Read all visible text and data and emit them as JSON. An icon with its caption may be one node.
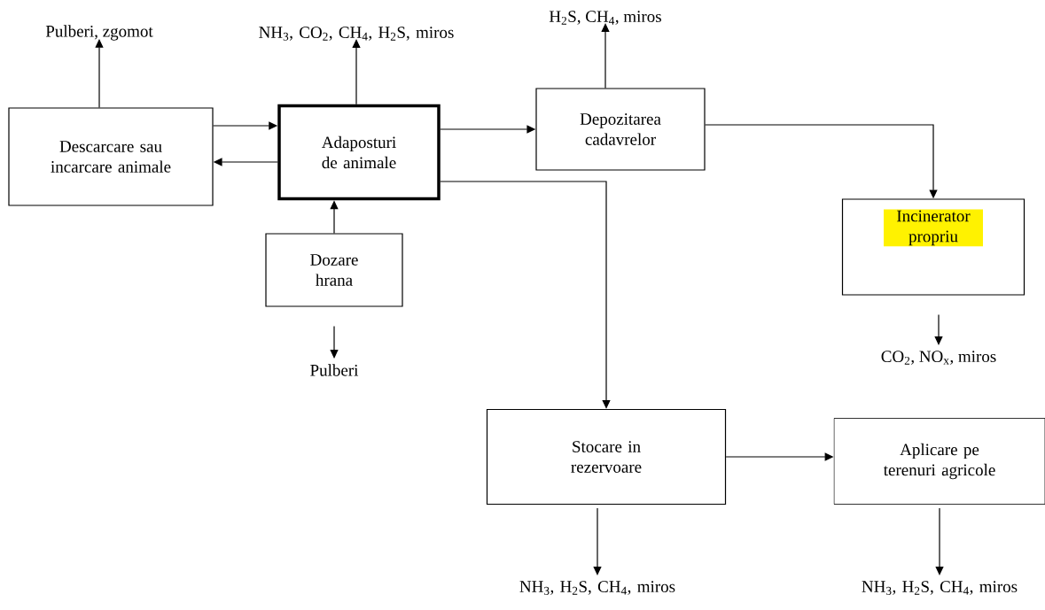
{
  "diagram": {
    "nodes": [
      {
        "text": [
          "Descarcare sau incarcare animale"
        ]
      },
      {
        "text": [
          "Adaposturi de animale"
        ]
      },
      {
        "text": [
          "Depozitarea cadavrelor"
        ]
      },
      {
        "text": [
          "Dozare hrana"
        ]
      },
      {
        "text": [
          "Incinerator propriu"
        ]
      },
      {
        "text": [
          "Stocare in rezervoare"
        ]
      },
      {
        "text": [
          "Aplicare pe terenuri agricole"
        ]
      },
      {
        "text": [
          "Pulberi, zgomot"
        ]
      },
      {
        "text": [
          "NH$_{3}$, CO$_{2}$, CH$_{4}$, H$_{2}$S, miros"
        ]
      },
      {
        "text": [
          "H$_{2}$S, CH$_{4}$, miros"
        ]
      },
      {
        "text": [
          "Pulberi"
        ]
      },
      {
        "text": [
          "CO$_{2}$, NO$_{x}$, miros"
        ]
      },
      {
        "text": [
          "NH$_{3}$, H$_{2}$S, CH$_{4}$, miros"
        ]
      },
      {
        "text": [
          "NH$_{3}$, H$_{2}$S, CH$_{4}$, miros"
        ]
      }
    ],
    "edges": [
      {
        "from": 0,
        "to": 1,
        "arrow": "to"
      },
      {
        "from": 1,
        "to": 0,
        "arrow": "to"
      },
      {
        "from": 1,
        "to": 2,
        "arrow": "to"
      },
      {
        "from": 3,
        "to": 1,
        "arrow": "to"
      },
      {
        "from": 2,
        "to": 4,
        "arrow": "to"
      },
      {
        "from": 1,
        "to": 5,
        "arrow": "to"
      },
      {
        "from": 5,
        "to": 6,
        "arrow": "to"
      },
      {
        "from": 0,
        "to": 7,
        "arrow": "to"
      },
      {
        "from": 1,
        "to": 8,
        "arrow": "to"
      },
      {
        "from": 2,
        "to": 9,
        "arrow": "to"
      },
      {
        "from": 3,
        "to": 10,
        "arrow": "to"
      },
      {
        "from": 4,
        "to": 11,
        "arrow": "to"
      },
      {
        "from": 5,
        "to": 12,
        "arrow": "to"
      },
      {
        "from": 6,
        "to": 13,
        "arrow": "to"
      }
    ]
  }
}
